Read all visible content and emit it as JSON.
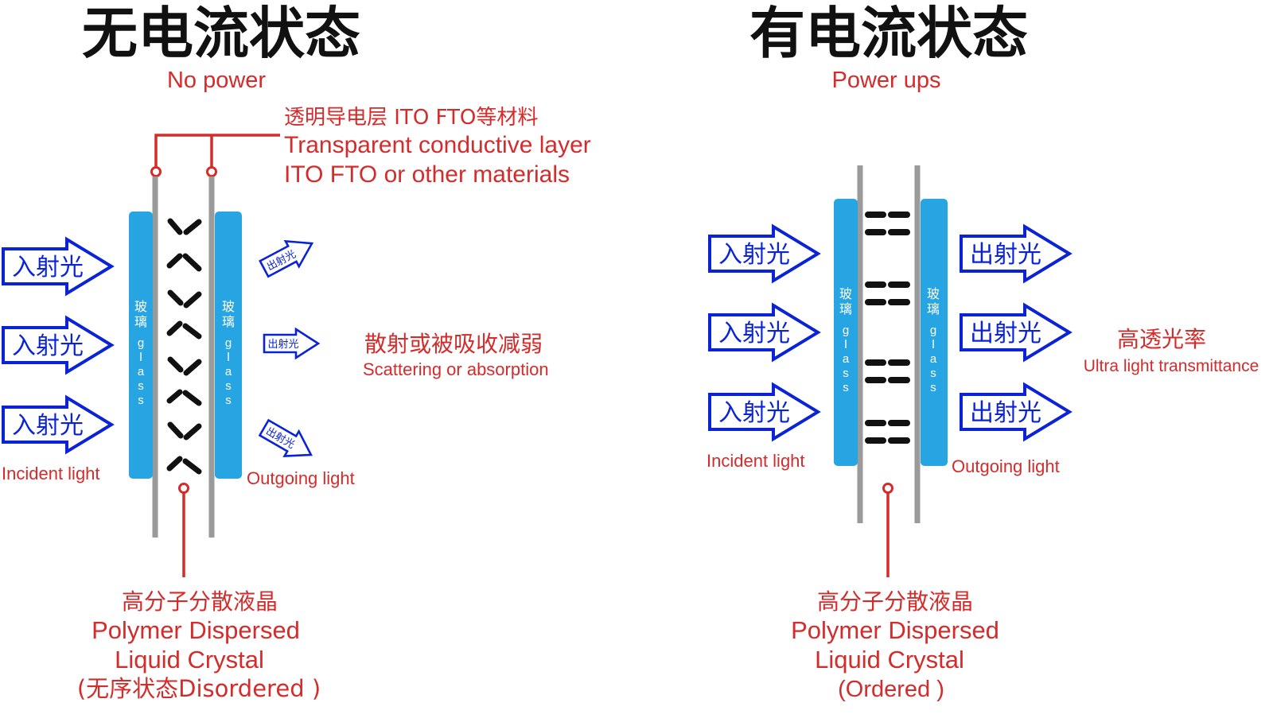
{
  "colors": {
    "red": "#d42b2b",
    "blue": "#0a23d6",
    "glass": "#27a5e3",
    "electrode": "#9a9a9a",
    "crystal": "#111111"
  },
  "left": {
    "title": "无电流状态",
    "subtitle": "No power",
    "electrode_label_zh": "透明导电层 ITO FTO等材料",
    "electrode_label_en1": "Transparent conductive layer",
    "electrode_label_en2": "ITO FTO or other materials",
    "glass_label_zh_1": "玻",
    "glass_label_zh_2": "璃",
    "glass_label_en": "glass",
    "incident_arrows": [
      "入射光",
      "入射光",
      "入射光"
    ],
    "incident_label": "Incident light",
    "outgoing_arrows": [
      "出射光",
      "出射光",
      "出射光"
    ],
    "outgoing_label": "Outgoing light",
    "scatter_zh": "散射或被吸收减弱",
    "scatter_en": "Scattering or absorption",
    "pdlc_zh": "高分子分散液晶",
    "pdlc_en1": "Polymer  Dispersed",
    "pdlc_en2": "Liquid Crystal",
    "pdlc_state": "(无序状态Disordered )"
  },
  "right": {
    "title": "有电流状态",
    "subtitle": "Power ups",
    "glass_label_zh_1": "玻",
    "glass_label_zh_2": "璃",
    "glass_label_en": "glass",
    "incident_arrows": [
      "入射光",
      "入射光",
      "入射光"
    ],
    "incident_label": "Incident light",
    "outgoing_arrows": [
      "出射光",
      "出射光",
      "出射光"
    ],
    "outgoing_label": "Outgoing light",
    "trans_zh": "高透光率",
    "trans_en": "Ultra light transmittance",
    "pdlc_zh": "高分子分散液晶",
    "pdlc_en1": "Polymer  Dispersed",
    "pdlc_en2": "Liquid Crystal",
    "pdlc_state": "(Ordered )"
  }
}
